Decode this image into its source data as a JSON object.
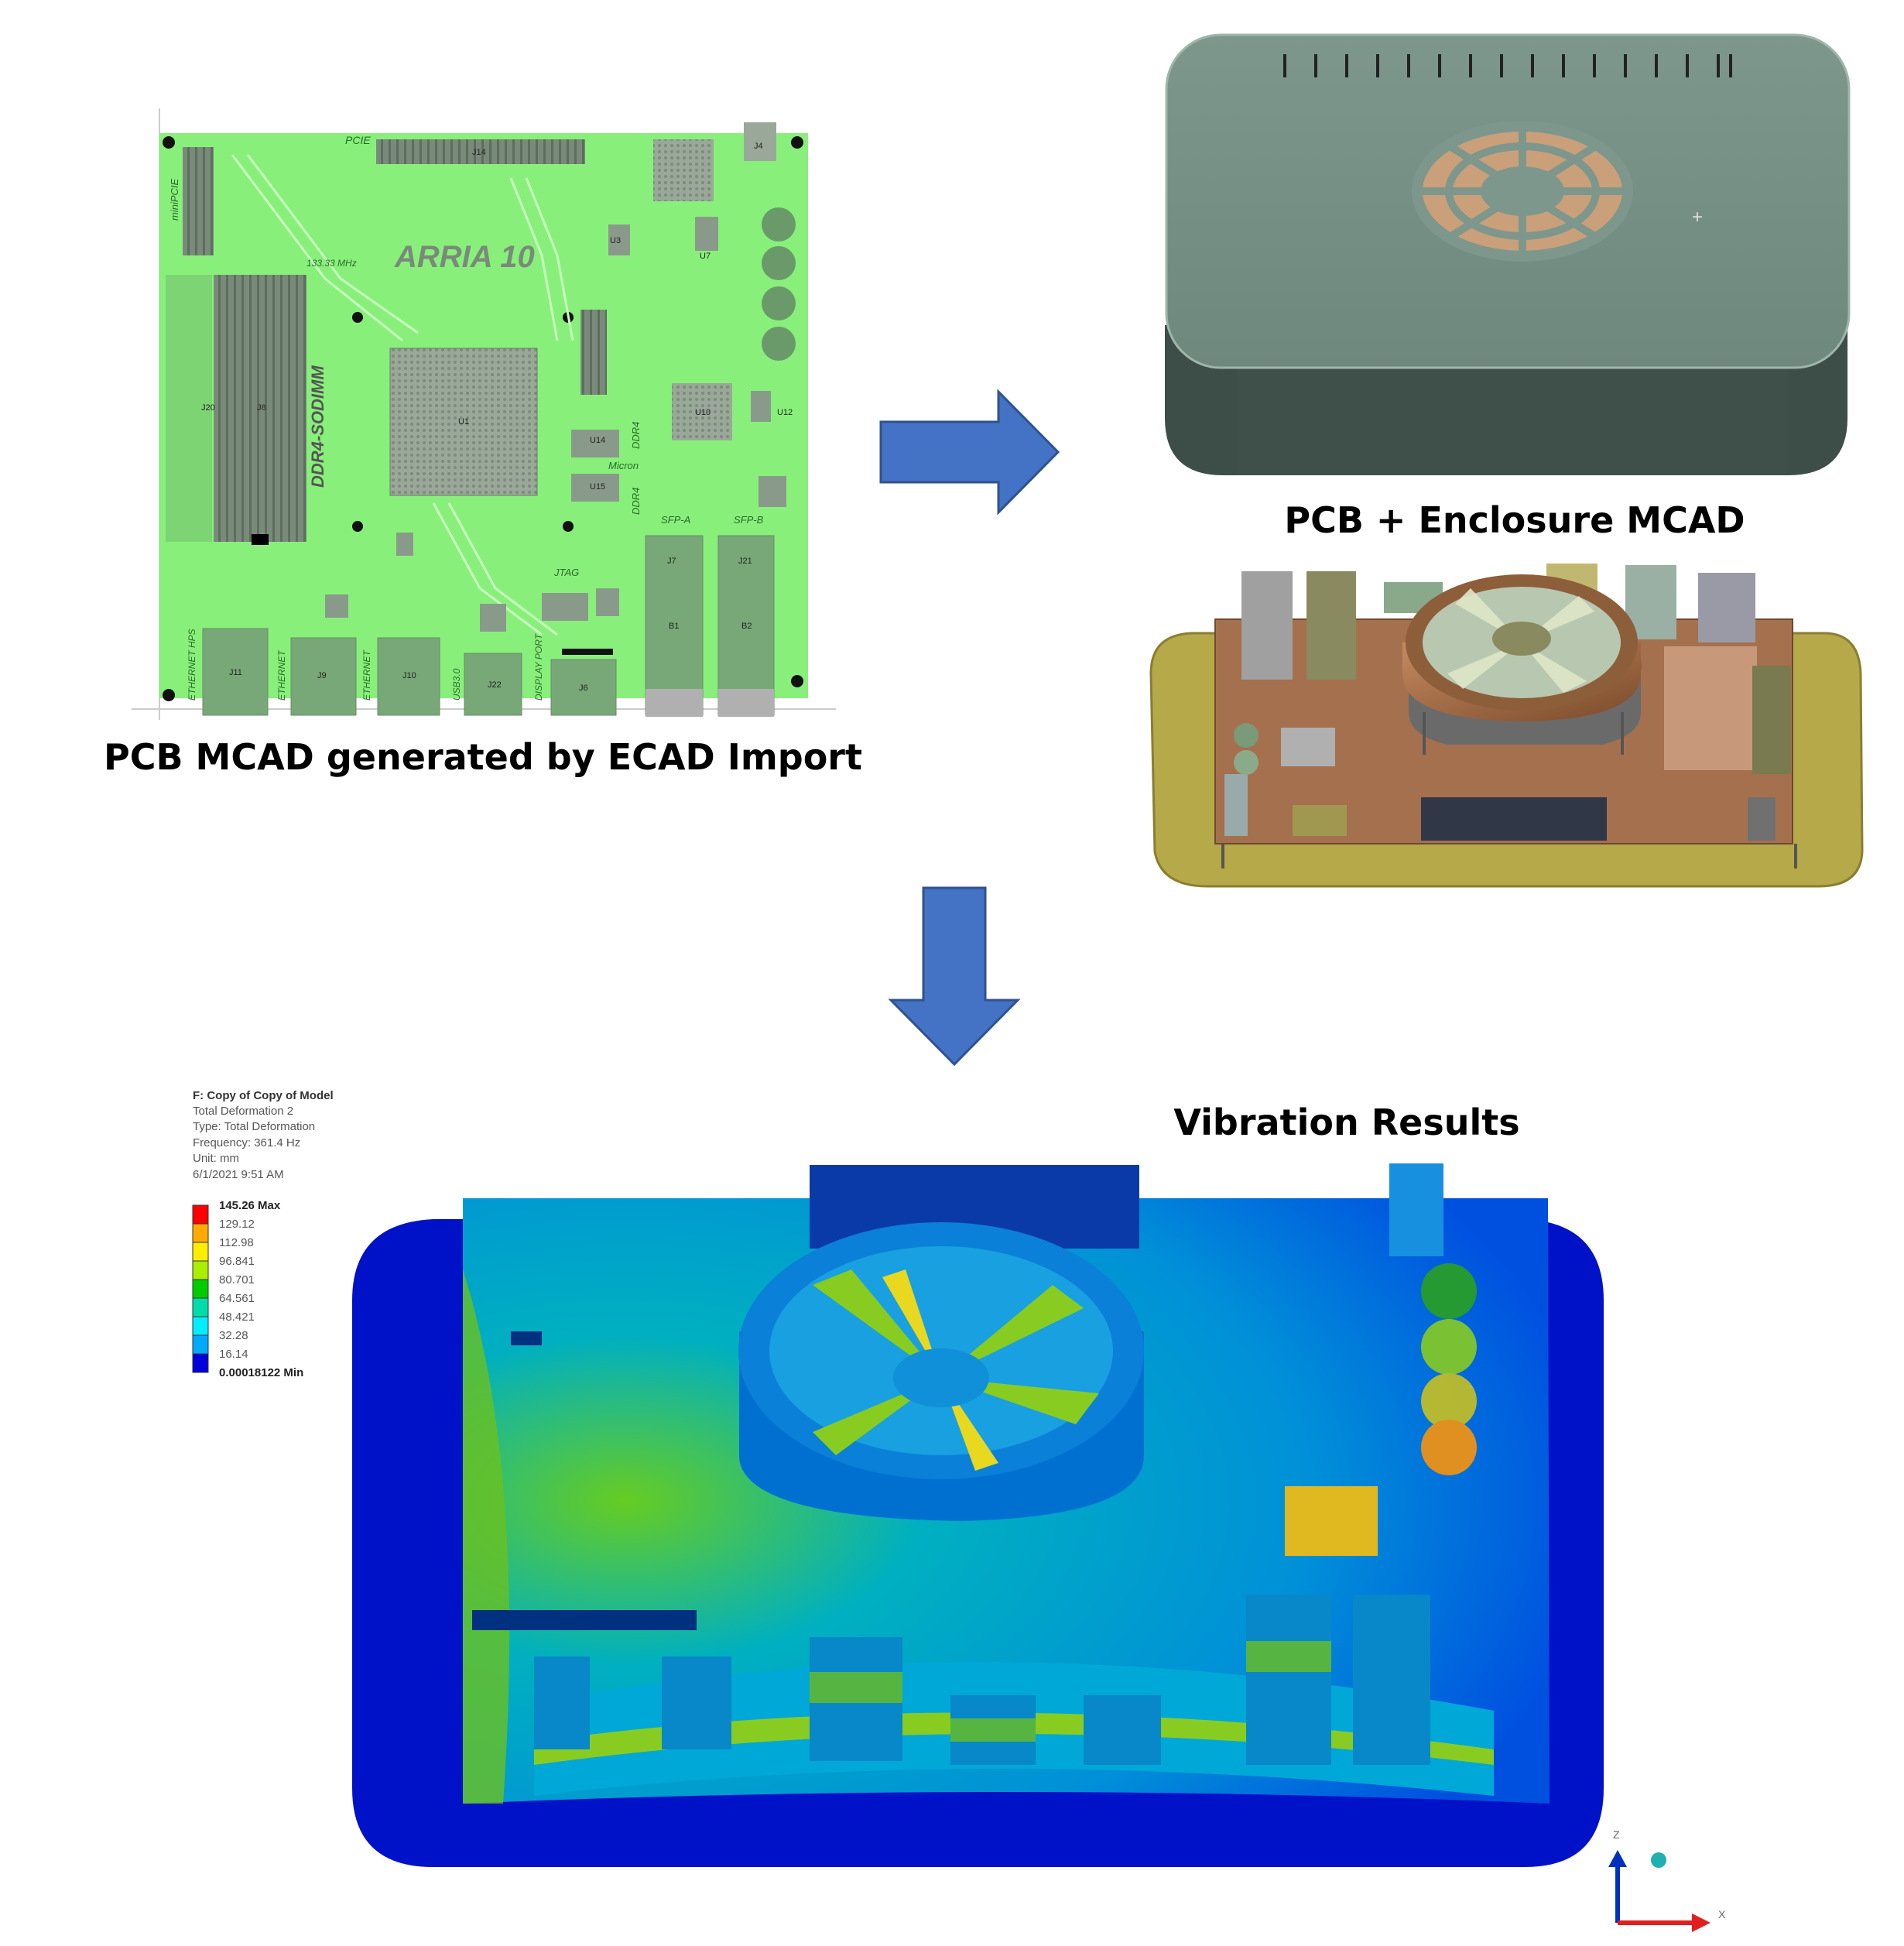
{
  "captions": {
    "pcb": "PCB MCAD generated by ECAD Import",
    "enclosure": "PCB + Enclosure MCAD",
    "vibration": "Vibration Results"
  },
  "pcb_labels": {
    "chip": "ARRIA 10",
    "sodimm": "DDR4-SODIMM",
    "pcie": "PCIE",
    "minipcie": "miniPCIE",
    "clock": "133.33 MHz",
    "ddr4a": "DDR4",
    "ddr4b": "DDR4",
    "micron": "Micron",
    "sfpa": "SFP-A",
    "sfpb": "SFP-B",
    "jtag": "JTAG",
    "eth_hps": "ETHERNET HPS",
    "eth1": "ETHERNET",
    "eth2": "ETHERNET",
    "usb": "USB3.0",
    "dp": "DISPLAY PORT",
    "u1": "U1",
    "j14": "J14",
    "j20": "J20",
    "j8": "J8",
    "j7": "J7",
    "j21": "J21",
    "b1": "B1",
    "b2": "B2",
    "j11": "J11",
    "j9": "J9",
    "j10": "J10",
    "j22": "J22",
    "j6": "J6",
    "j4": "J4",
    "u3": "U3",
    "u7": "U7",
    "u10": "U10",
    "u14": "U14",
    "u15": "U15",
    "u12": "U12"
  },
  "legend": {
    "title": "F: Copy of Copy of Model",
    "result": "Total Deformation 2",
    "type": "Type: Total Deformation",
    "frequency": "Frequency: 361.4 Hz",
    "unit": "Unit: mm",
    "date": "6/1/2021 9:51 AM",
    "levels": [
      "145.26 Max",
      "129.12",
      "112.98",
      "96.841",
      "80.701",
      "64.561",
      "48.421",
      "32.28",
      "16.14",
      "0.00018122 Min"
    ],
    "colors": [
      "#ff0000",
      "#ffaa00",
      "#ffee00",
      "#aaee00",
      "#00cc00",
      "#00ddaa",
      "#00eeff",
      "#00aaff",
      "#0000dd"
    ]
  },
  "axes": {
    "z": "Z",
    "x": "X"
  },
  "colors": {
    "arrow": "#4472c4",
    "pcb": "#88f07a",
    "enclosure": "#7a948a",
    "model_blue": "#0010c8"
  }
}
